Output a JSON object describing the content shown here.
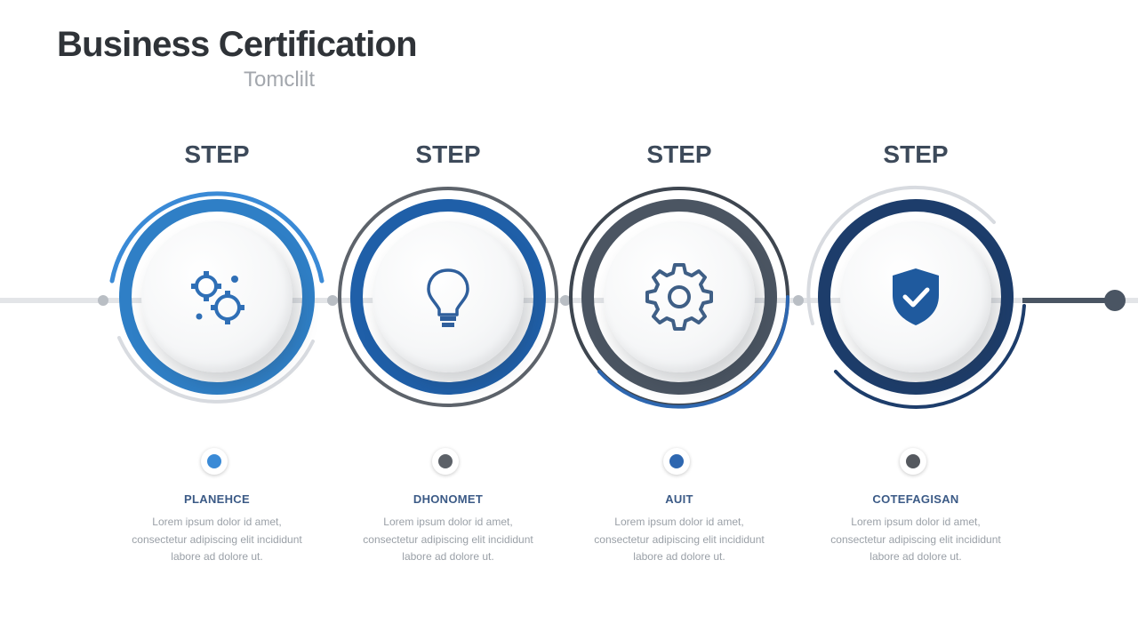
{
  "header": {
    "title": "Business Certification",
    "subtitle": "Tomclilt"
  },
  "steps": [
    {
      "label": "STEP",
      "name": "PLANEHCE",
      "description": "Lorem ipsum dolor id amet, consectetur adipiscing elit incididunt labore ad dolore ut.",
      "icon": "gears-icon",
      "ring_color": "#2f7fc6",
      "dot_color": "#3a8ad6"
    },
    {
      "label": "STEP",
      "name": "DHONOMET",
      "description": "Lorem ipsum dolor id amet, consectetur adipiscing elit incididunt labore ad dolore ut.",
      "icon": "lightbulb-icon",
      "ring_color": "#1f5fa8",
      "dot_color": "#5c6168"
    },
    {
      "label": "STEP",
      "name": "AUIT",
      "description": "Lorem ipsum dolor id amet, consectetur adipiscing elit incididunt labore ad dolore ut.",
      "icon": "gear-icon",
      "ring_color": "#4b5562",
      "dot_color": "#2e67b0"
    },
    {
      "label": "STEP",
      "name": "COTEFAGISAN",
      "description": "Lorem ipsum dolor id amet, consectetur adipiscing elit incididunt labore ad dolore ut.",
      "icon": "shield-check-icon",
      "ring_color": "#1d3d6b",
      "dot_color": "#55595f"
    }
  ],
  "colors": {
    "accent_blue": "#2f7fc6",
    "navy": "#1d3d6b",
    "gray": "#4b5562",
    "line": "#e3e5e8"
  }
}
